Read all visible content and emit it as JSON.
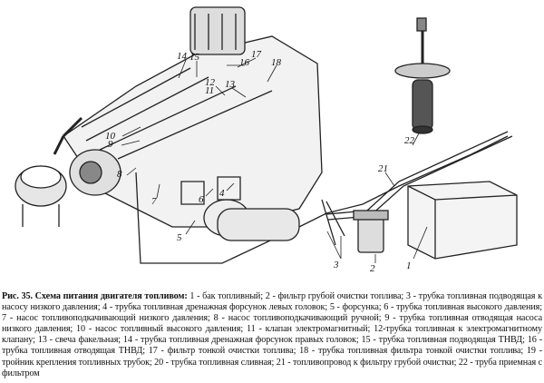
{
  "figure": {
    "labels": {
      "l1": "1",
      "l2": "2",
      "l3": "3",
      "l4": "4",
      "l5": "5",
      "l6": "6",
      "l7": "7",
      "l8": "8",
      "l9": "9",
      "l10": "10",
      "l11": "11",
      "l12": "12",
      "l13": "13",
      "l14": "14",
      "l15": "15",
      "l16": "16",
      "l17": "17",
      "l18": "18",
      "l21": "21",
      "l22": "22"
    }
  },
  "caption": {
    "title": "Рис. 35. Схема питания двигателя топливом:",
    "text": " 1 - бак топливный; 2 - фильтр грубой очистки топлива; 3 - трубка топливная подводящая к насосу низкого давления; 4 - трубка топливная дренажная форсунок левых головок; 5 - форсунка; 6 - трубка топливная высокого давления; 7 - насос топливоподкачивающий низкого давления; 8 - насос топливоподкачивающий ручной; 9 - трубка топливная отводящая насоса низкого давления; 10 - насос топливный высокого давления; 11 - клапан электромагнитный; 12-трубка топливная к электромагнитному клапану; 13 - свеча факельная; 14 - трубка топливная дренажная форсунок правых головок; 15 - трубка топливная подводящая ТНВД; 16 - трубка топливная отводящая ТНВД; 17 - фильтр тонкой очистки топлива; 18 - трубка топливная фильтра тонкой очистки топлива; 19 - тройник крепления топливных трубок; 20 - трубка топливная сливная; 21 - топливопровод к фильтру грубой очистки; 22 - труба приемная с фильтром"
  }
}
